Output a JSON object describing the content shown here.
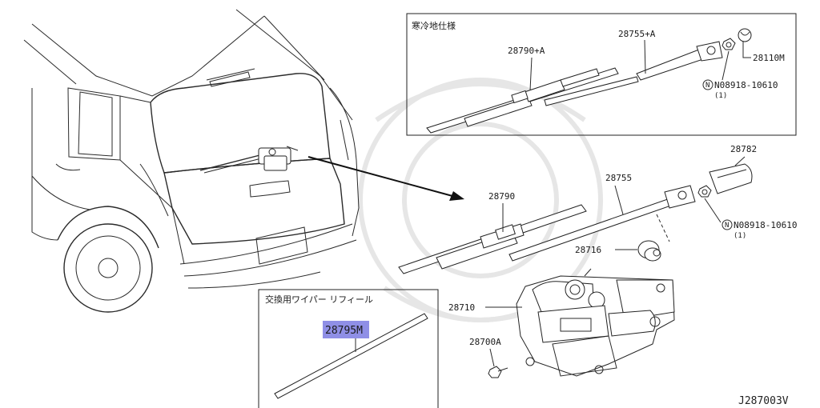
{
  "boxes": {
    "cold_spec_title": "寒冷地仕様",
    "refill_title": "交換用ワイパー リフィール"
  },
  "labels": {
    "p28755A": "28755+A",
    "p28790A": "28790+A",
    "p28110M": "28110M",
    "nut_top": "N08918-10610",
    "nut_top_qty": "(1)",
    "p28782": "28782",
    "p28755": "28755",
    "p28790": "28790",
    "nut_mid": "N08918-10610",
    "nut_mid_qty": "(1)",
    "p28716": "28716",
    "p28710": "28710",
    "p28700A": "28700A",
    "p28795M": "28795M"
  },
  "highlight_color": "#8f8fe6",
  "diagram_code": "J287003V"
}
